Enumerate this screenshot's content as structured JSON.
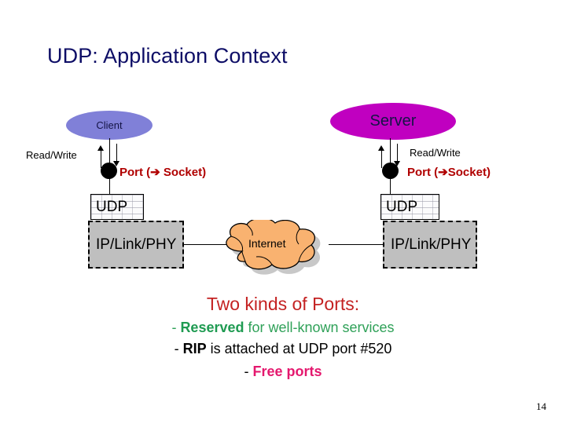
{
  "slide": {
    "title": "UDP: Application Context",
    "page_number": "14"
  },
  "colors": {
    "title": "#0d0d66",
    "client_fill": "#8080d8",
    "server_fill": "#c000c0",
    "port_label": "#b00000",
    "cloud_fill": "#f9b270",
    "ip_box_fill": "#bfbfbf",
    "heading_red": "#c42222",
    "reserved_green": "#2fa158",
    "free_pink": "#e4186e"
  },
  "client_side": {
    "node_label": "Client",
    "read_write_label": "Read/Write",
    "port_label_prefix": "Port (",
    "port_arrow": "➔",
    "port_label_suffix": " Socket)",
    "udp_label": "UDP",
    "ip_label": "IP/Link/PHY"
  },
  "server_side": {
    "node_label": "Server",
    "read_write_label": "Read/Write",
    "port_label_prefix": "Port (",
    "port_arrow": "➔",
    "port_label_suffix": "Socket)",
    "udp_label": "UDP",
    "ip_label": "IP/Link/PHY"
  },
  "network": {
    "cloud_label": "Internet"
  },
  "notes": {
    "heading": "Two kinds of Ports:",
    "reserved_dash": "- ",
    "reserved_bold": "Reserved",
    "reserved_rest": " for well-known services",
    "rip_dash": "- ",
    "rip_bold": "RIP",
    "rip_rest": " is attached at  UDP port #520",
    "free_dash": "- ",
    "free_bold": "Free ports"
  }
}
